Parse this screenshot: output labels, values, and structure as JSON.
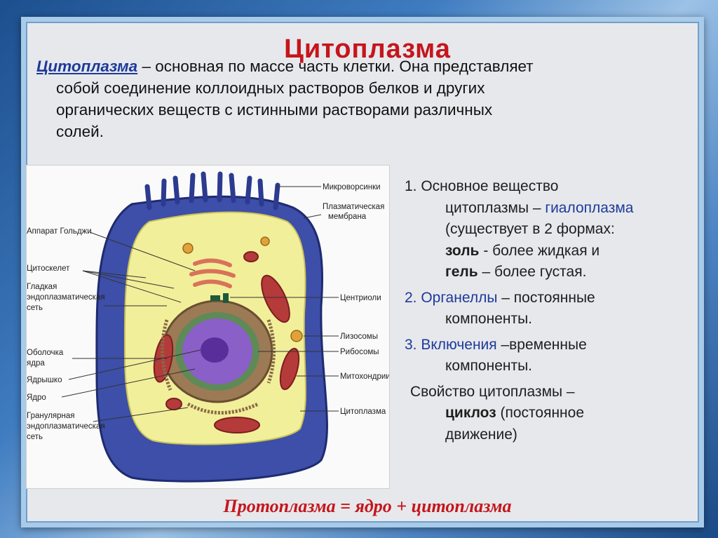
{
  "title": "Цитоплазма",
  "intro": {
    "term": "Цитоплазма",
    "text_line1": " – основная по массе часть клетки. Она представляет",
    "text_line2": "собой соединение коллоидных растворов белков и других",
    "text_line3": "органических веществ с истинными растворами различных",
    "text_line4": "солей."
  },
  "diagram_labels": {
    "microvilli": "Микроворсинки",
    "membrane1": "Плазматическая",
    "membrane2": "мембрана",
    "golgi": "Аппарат Гольджи",
    "cytoskeleton": "Цитоскелет",
    "smooth_er1": "Гладкая",
    "smooth_er2": "эндоплазматическая",
    "smooth_er3": "сеть",
    "centriole": "Центриоли",
    "lysosome": "Лизосомы",
    "ribosome": "Рибосомы",
    "nuclear_env1": "Оболочка",
    "nuclear_env2": "ядра",
    "nucleolus": "Ядрышко",
    "nucleus": "Ядро",
    "mitochondria": "Митохондрии",
    "rough_er1": "Гранулярная",
    "rough_er2": "эндоплазматическая",
    "rough_er3": "сеть",
    "cytoplasm": "Цитоплазма"
  },
  "points": {
    "p1_a": "1. Основное вещество",
    "p1_b": "цитоплазмы – ",
    "p1_b_term": "гиалоплазма",
    "p1_c": "(существует в 2 формах:",
    "p1_d_term": "золь",
    "p1_d": " - более жидкая и",
    "p1_e_term": "гель",
    "p1_e": " – более густая.",
    "p2_a_term": "2. Органеллы",
    "p2_a": " – постоянные",
    "p2_b": "компоненты.",
    "p3_a_term": "3. Включения",
    "p3_a": " –временные",
    "p3_b": "компоненты.",
    "p4_a": "Свойство цитоплазмы –",
    "p4_b_term": "циклоз",
    "p4_b": "  (постоянное",
    "p4_c": "движение)"
  },
  "footer": "Протоплазма = ядро + цитоплазма",
  "colors": {
    "title": "#c4161c",
    "term": "#1d3a9a",
    "frame": "#a8cbe9"
  }
}
